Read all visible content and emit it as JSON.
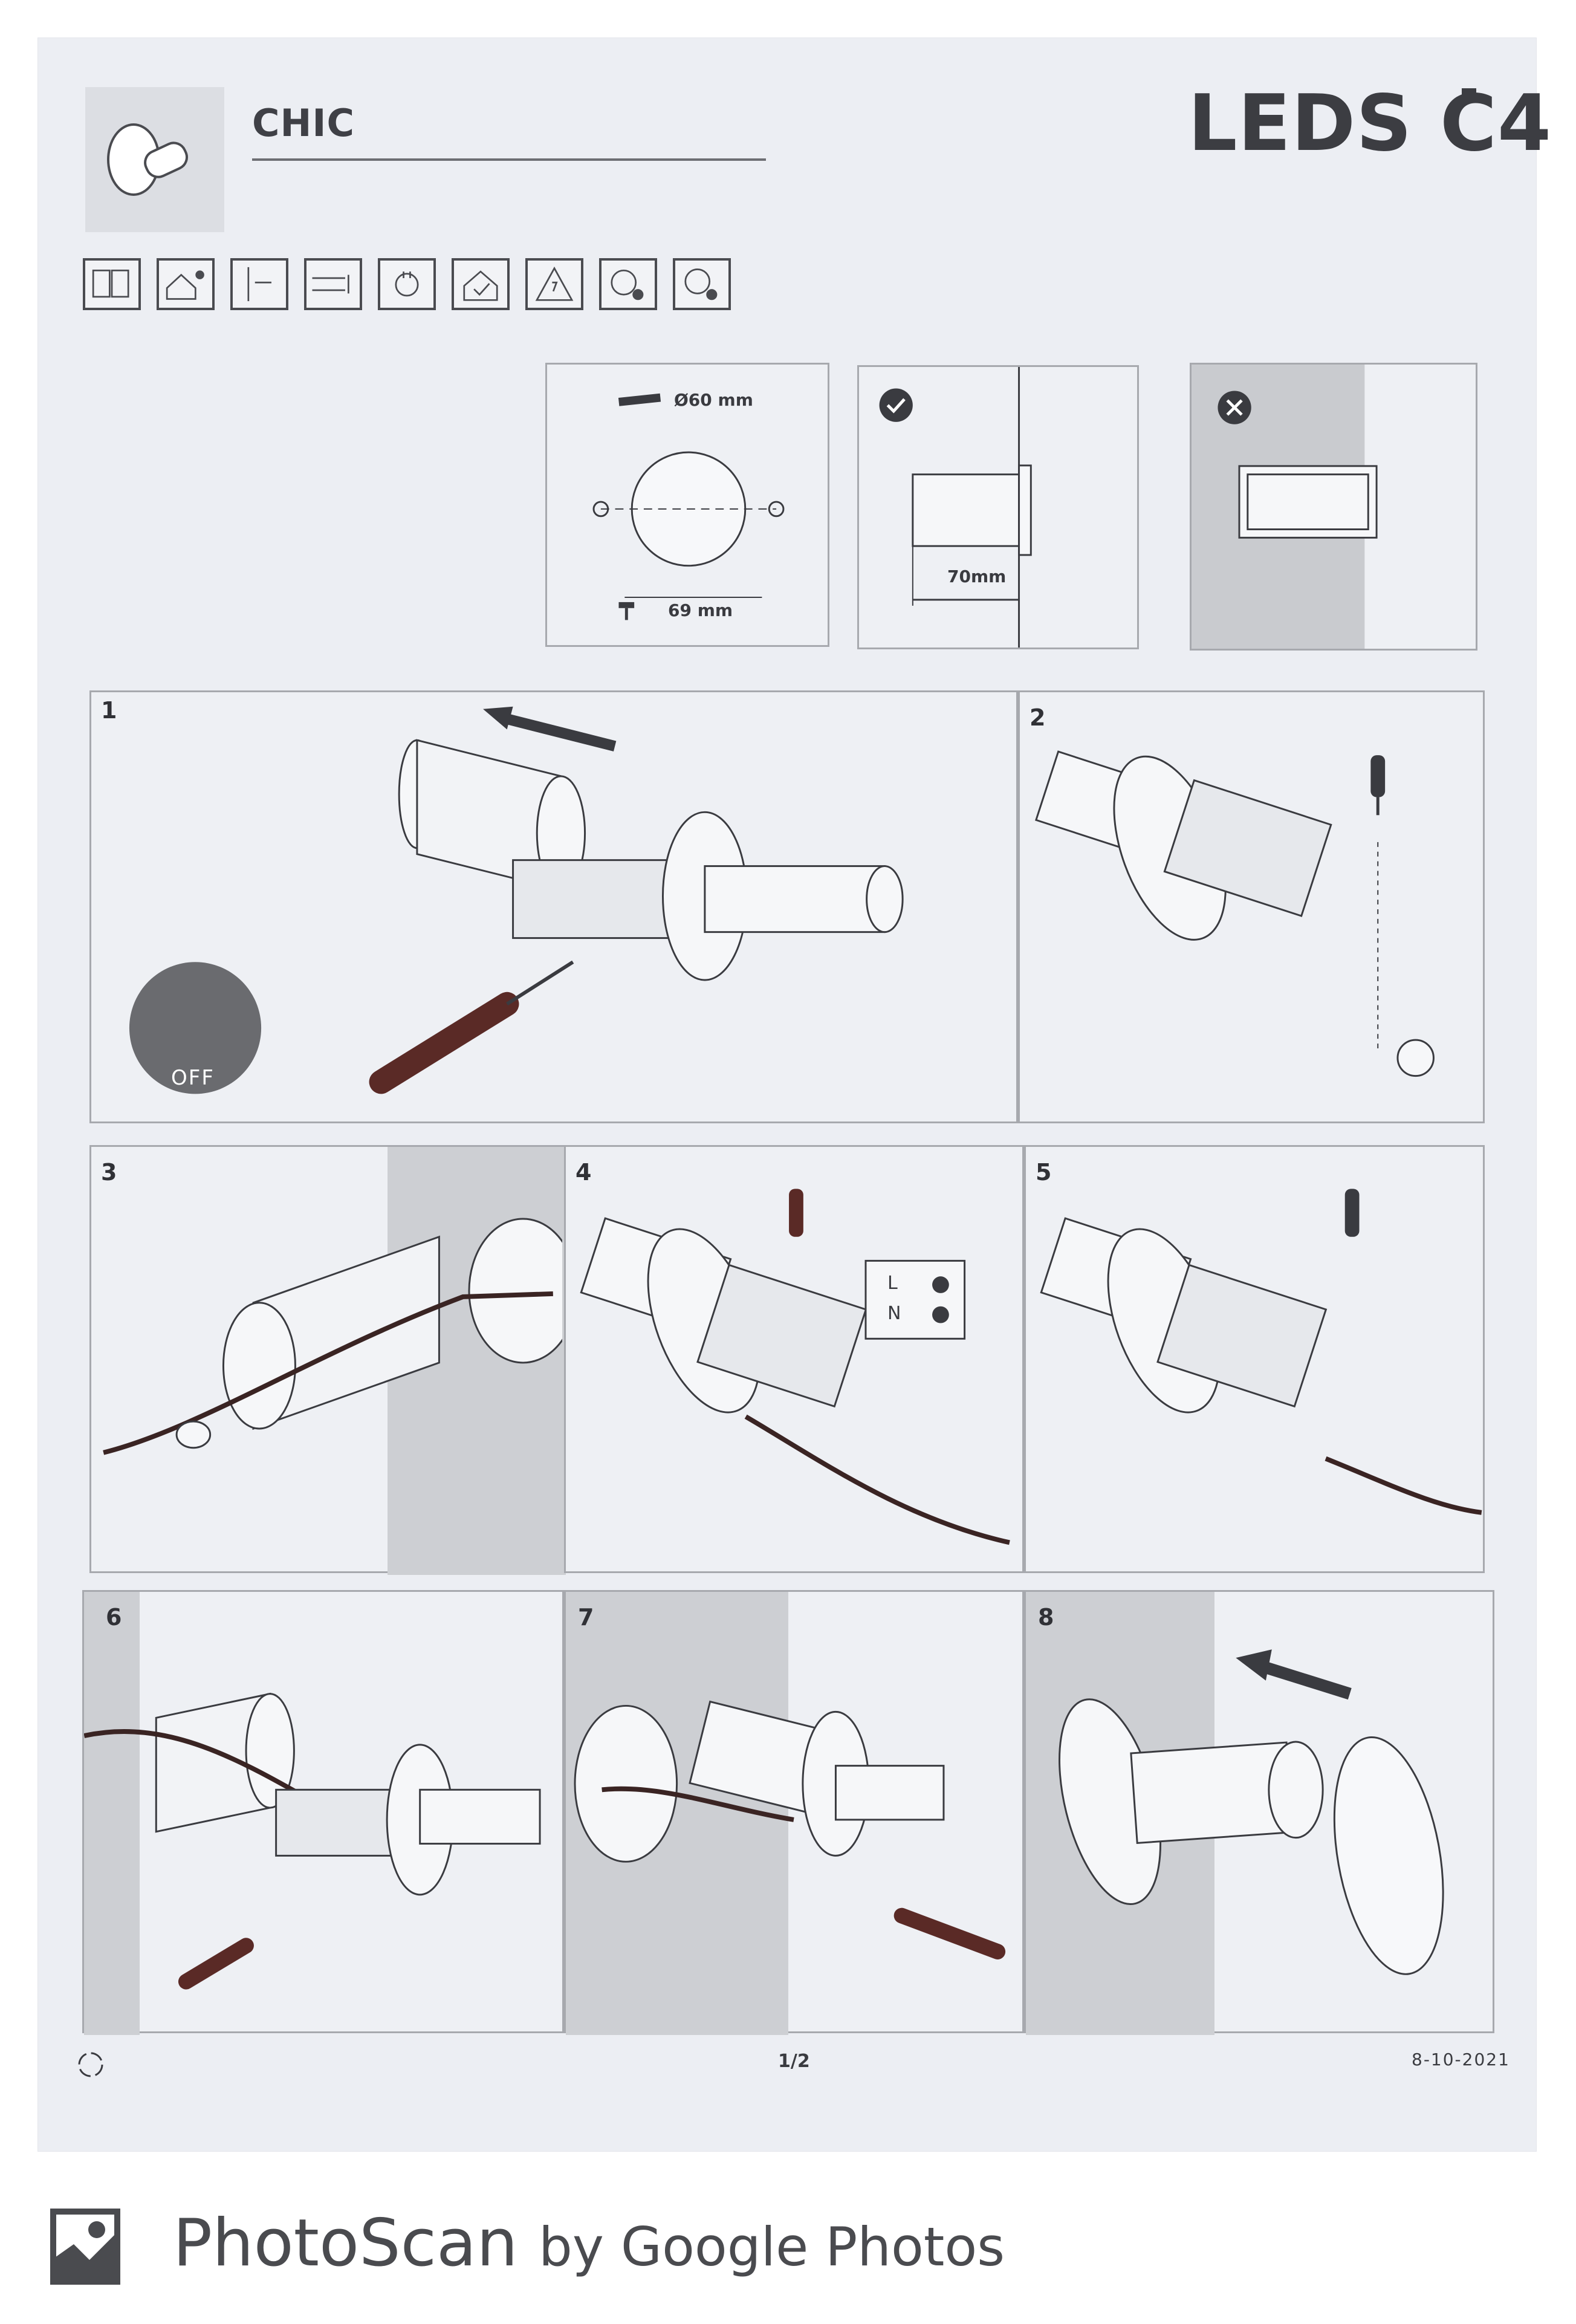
{
  "header": {
    "product_name": "CHIC",
    "brand": "LEDS C4"
  },
  "icons": [
    "instructions-icon",
    "indoor-outdoor-icon",
    "distance-icon",
    "cable-icon",
    "power-plug-icon",
    "house-check-icon",
    "electrostatic-warning-icon",
    "led-replace-icon",
    "driver-replace-icon"
  ],
  "specs": {
    "cut_diameter": "Ø60 mm",
    "drill_spacing": "69 mm",
    "depth": "70mm"
  },
  "steps": {
    "s1": "1",
    "s2": "2",
    "s3": "3",
    "s4": "4",
    "s5": "5",
    "s6": "6",
    "s7": "7",
    "s8": "8"
  },
  "labels": {
    "off": "OFF",
    "L": "L",
    "N": "N"
  },
  "footer": {
    "page": "1/2",
    "date": "8-10-2021"
  },
  "banner": {
    "app": "PhotoScan",
    "by": "by Google Photos"
  }
}
